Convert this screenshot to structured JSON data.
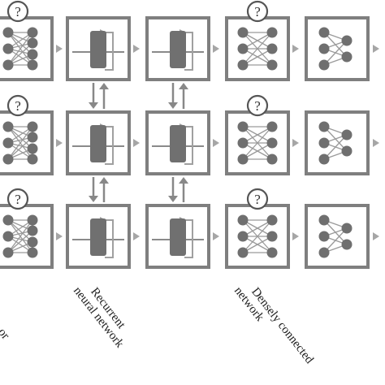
{
  "labels": {
    "partial_left": "or",
    "rnn_line1": "Recurrent",
    "rnn_line2": "neural network",
    "dense_line1": "Densely connected",
    "dense_line2": "network"
  },
  "question_mark": "?",
  "stages": [
    "dense-encoder",
    "recurrent",
    "recurrent",
    "dense-with-query",
    "dense-decoder"
  ],
  "rows": 3,
  "colors": {
    "box_border": "#7f7f7f",
    "box_fill": "#ffffff",
    "node": "#6f6f6f",
    "edge": "#9a9a9a",
    "arrow": "#a6a6a6",
    "rnn_block": "#707070",
    "rnn_loop": "#a0a0a0",
    "text": "#222222"
  }
}
